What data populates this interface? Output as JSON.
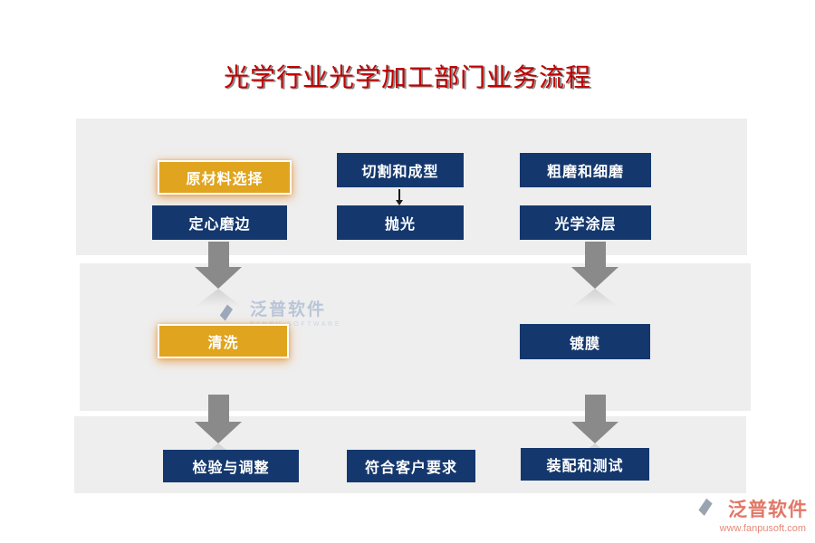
{
  "title": "光学行业光学加工部门业务流程",
  "nodes": {
    "raw_material": "原材料选择",
    "cutting": "切割和成型",
    "grinding": "粗磨和细磨",
    "centering": "定心磨边",
    "polishing": "抛光",
    "optical_coating": "光学涂层",
    "cleaning": "清洗",
    "coating": "镀膜",
    "inspection": "检验与调整",
    "customer": "符合客户要求",
    "assembly": "装配和测试"
  },
  "watermark": {
    "brand": "泛普软件",
    "brand_en": "FANPU SOFTWARE"
  },
  "footer": {
    "brand": "泛普软件",
    "url": "www.fanpusoft.com"
  },
  "colors": {
    "navy": "#14386e",
    "gold": "#e0a41e",
    "band_gray": "#eeeeee",
    "arrow_gray": "#8a8a8a",
    "title_red": "#c00000",
    "footer_coral": "#e17767",
    "watermark_blue": "#b2c0d4"
  }
}
